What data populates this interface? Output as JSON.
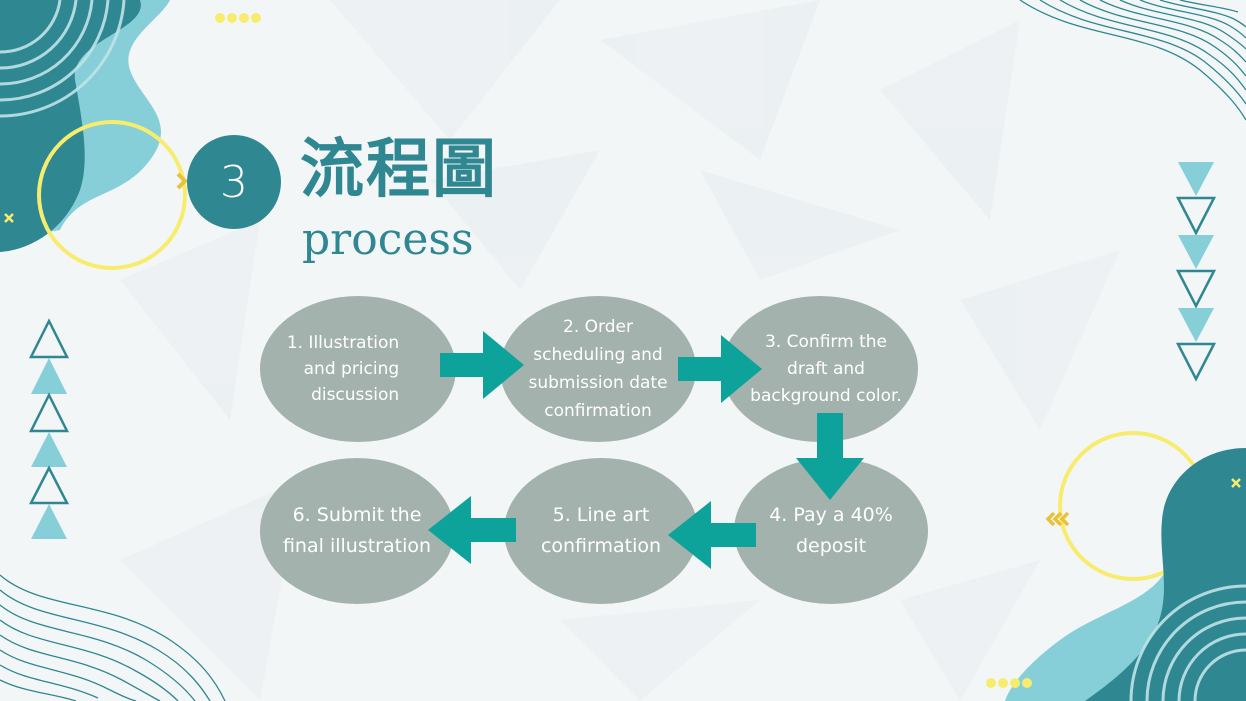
{
  "header": {
    "step_number": "3",
    "title": "流程圖",
    "subtitle": "process"
  },
  "flow": {
    "steps": [
      {
        "text": "1.    Illustration\nand pricing\ndiscussion"
      },
      {
        "text": "2. Order\nscheduling and\nsubmission date\nconfirmation"
      },
      {
        "text": "3. Confirm the\ndraft and\nbackground color."
      },
      {
        "text": "4. Pay a 40%\ndeposit"
      },
      {
        "text": "5. Line art\nconfirmation"
      },
      {
        "text": "6. Submit the\nfinal illustration"
      }
    ],
    "arrows": [
      "right",
      "right",
      "down",
      "left",
      "left"
    ]
  },
  "colors": {
    "teal_dark": "#2f8791",
    "teal_light": "#86cfd9",
    "arrow": "#0ea39a",
    "node_fill": "#a4b2ad",
    "accent_yellow": "#f7ec6e",
    "background": "#f3f6f7"
  }
}
